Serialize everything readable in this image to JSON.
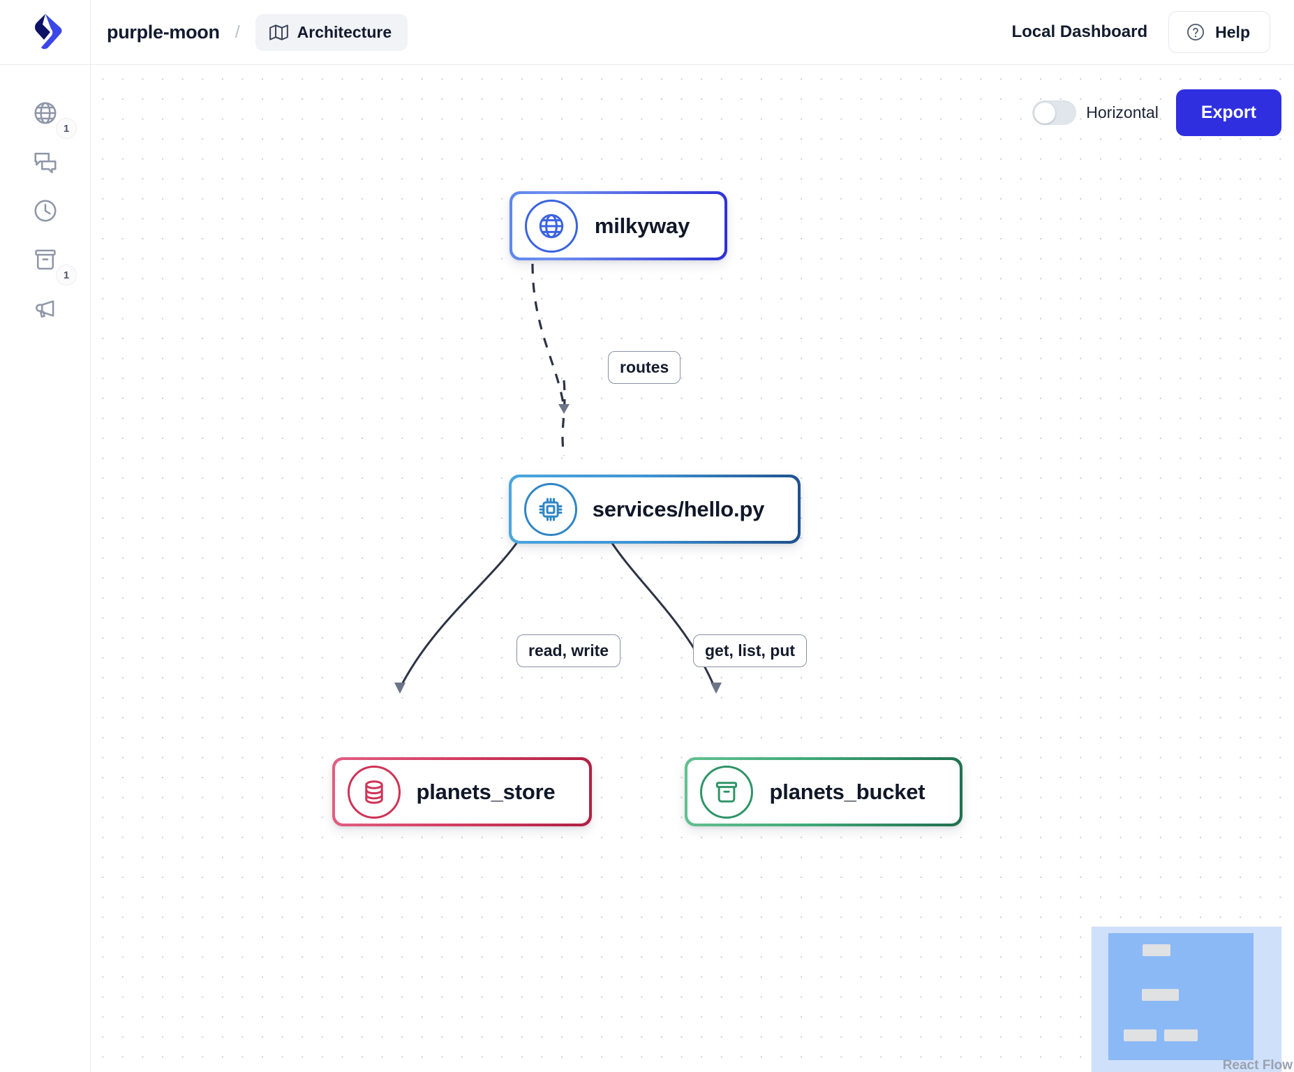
{
  "header": {
    "logo_icon": "app-logo-icon",
    "project_name": "purple-moon",
    "separator": "/",
    "breadcrumb_icon": "map-icon",
    "breadcrumb_label": "Architecture",
    "dashboard_label": "Local Dashboard",
    "help_icon": "question-circle-icon",
    "help_label": "Help"
  },
  "sidebar": {
    "items": [
      {
        "icon": "globe-icon",
        "badge": "1"
      },
      {
        "icon": "chat-bubbles-icon",
        "badge": ""
      },
      {
        "icon": "clock-icon",
        "badge": ""
      },
      {
        "icon": "bucket-icon",
        "badge": "1"
      },
      {
        "icon": "megaphone-icon",
        "badge": ""
      }
    ]
  },
  "controls": {
    "toggle_label": "Horizontal",
    "toggle_on": false,
    "export_label": "Export"
  },
  "graph": {
    "nodes": [
      {
        "id": "milkyway",
        "label": "milkyway",
        "icon": "globe-icon",
        "color": "#2d2ed8"
      },
      {
        "id": "service",
        "label": "services/hello.py",
        "icon": "chip-icon",
        "color": "#1d4f8c"
      },
      {
        "id": "store",
        "label": "planets_store",
        "icon": "database-icon",
        "color": "#b01f42"
      },
      {
        "id": "bucket",
        "label": "planets_bucket",
        "icon": "bucket-icon",
        "color": "#1f6f4e"
      }
    ],
    "edges": [
      {
        "from": "milkyway",
        "to": "service",
        "label": "routes",
        "style": "dashed"
      },
      {
        "from": "service",
        "to": "store",
        "label": "read, write",
        "style": "solid"
      },
      {
        "from": "service",
        "to": "bucket",
        "label": "get, list, put",
        "style": "solid"
      }
    ]
  },
  "minimap": {
    "attribution": "React Flow"
  },
  "colors": {
    "accent": "#2f2fe0",
    "node_blue": "#2d2ed8",
    "node_cyan": "#1d4f8c",
    "node_red": "#b01f42",
    "node_green": "#1f6f4e",
    "text": "#101728"
  }
}
